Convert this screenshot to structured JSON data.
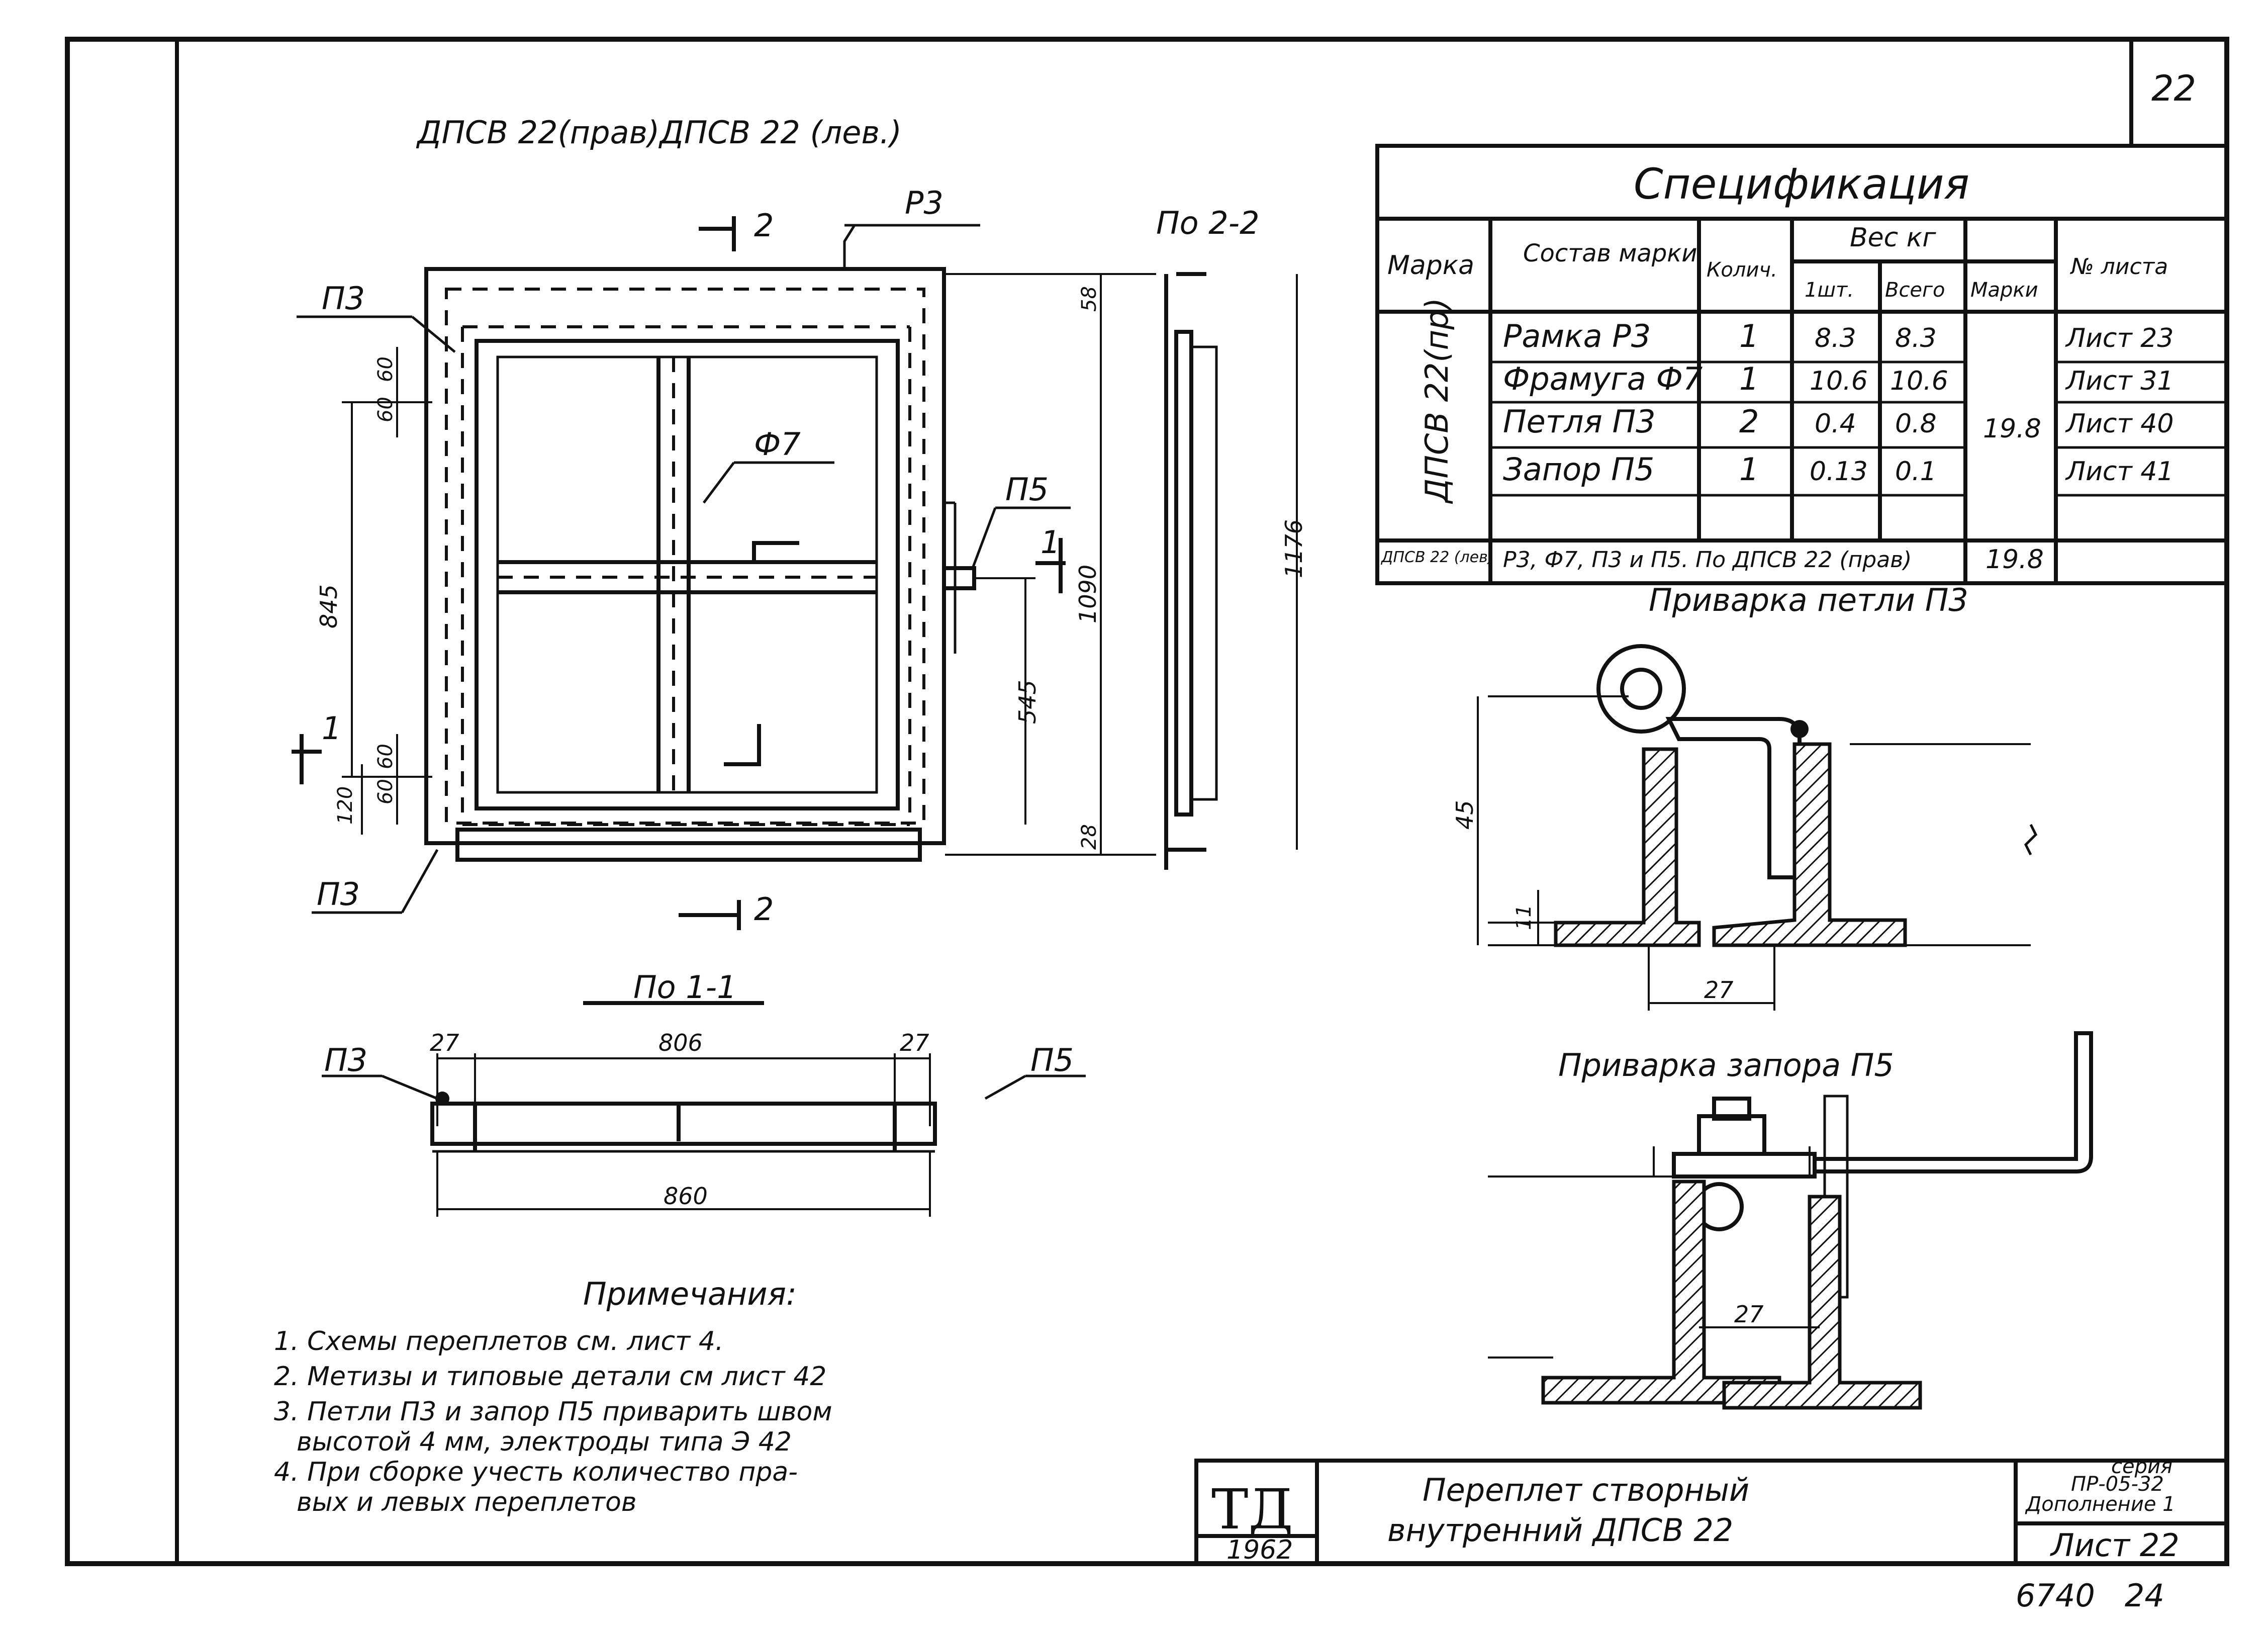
{
  "sheet_number": "22",
  "top_title": "ДПСВ 22(прав)ДПСВ  22 (лев.)",
  "section_22_label": "По 2-2",
  "section_11_label": "По 1-1",
  "spec": {
    "title": "Спецификация",
    "headers": {
      "marka": "Марка",
      "sostav": "Состав марки",
      "kol": "Колич.",
      "ves": "Вес  кг",
      "ves_1": "1шт.",
      "ves_all": "Всего",
      "ves_marki": "Марки",
      "list": "№ листа"
    },
    "mark_vertical": "ДПСВ 22(пр)",
    "rows": [
      {
        "sostav": "Рамка Р3",
        "kol": "1",
        "w1": "8.3",
        "wall": "8.3",
        "list": "Лист 23"
      },
      {
        "sostav": "Фрамуга Ф7",
        "kol": "1",
        "w1": "10.6",
        "wall": "10.6",
        "list": "Лист 31"
      },
      {
        "sostav": "Петля П3",
        "kol": "2",
        "w1": "0.4",
        "wall": "0.8",
        "list": "Лист 40"
      },
      {
        "sostav": "Запор П5",
        "kol": "1",
        "w1": "0.13",
        "wall": "0.1",
        "list": "Лист 41"
      }
    ],
    "marka_weight": "19.8",
    "last_row_mark": "ДПСВ 22 (лев)",
    "last_row_text": "Р3, Ф7, П3 и П5. По ДПСВ 22 (прав)",
    "last_row_weight": "19.8"
  },
  "labels": {
    "p3": "Р3",
    "pi3": "П3",
    "f7": "Ф7",
    "pi5": "П5",
    "mark_1": "1",
    "mark_2": "2"
  },
  "dims": {
    "d58": "58",
    "d60a": "60",
    "d60b": "60",
    "d60c": "60",
    "d60d": "60",
    "d845": "845",
    "d545": "545",
    "d1090": "1090",
    "d1176": "1176",
    "d120": "120",
    "d28": "28",
    "d27a": "27",
    "d806": "806",
    "d27b": "27",
    "d860": "860",
    "d45": "45",
    "d11": "11",
    "d27c": "27",
    "d27d": "27"
  },
  "detail_hinge_title": "Приварка петли П3",
  "detail_lock_title": "Приварка запора П5",
  "notes": {
    "title": "Примечания:",
    "items": [
      "1. Схемы переплетов см. лист 4.",
      "2. Метизы и типовые детали см лист 42",
      "3. Петли П3 и запор П5 приварить швом",
      "высотой 4 мм, электроды типа Э 42",
      "4. При сборке учесть количество пра-",
      "вых и левых переплетов"
    ]
  },
  "title_block": {
    "logo": "ТД",
    "year": "1962",
    "name_line1": "Переплет створный",
    "name_line2": "внутренний ДПСВ 22",
    "series_line1": "серия",
    "series_line2": "ПР-05-32",
    "series_line3": "Дополнение 1",
    "sheet": "Лист 22"
  },
  "footer_code": "6740   24"
}
